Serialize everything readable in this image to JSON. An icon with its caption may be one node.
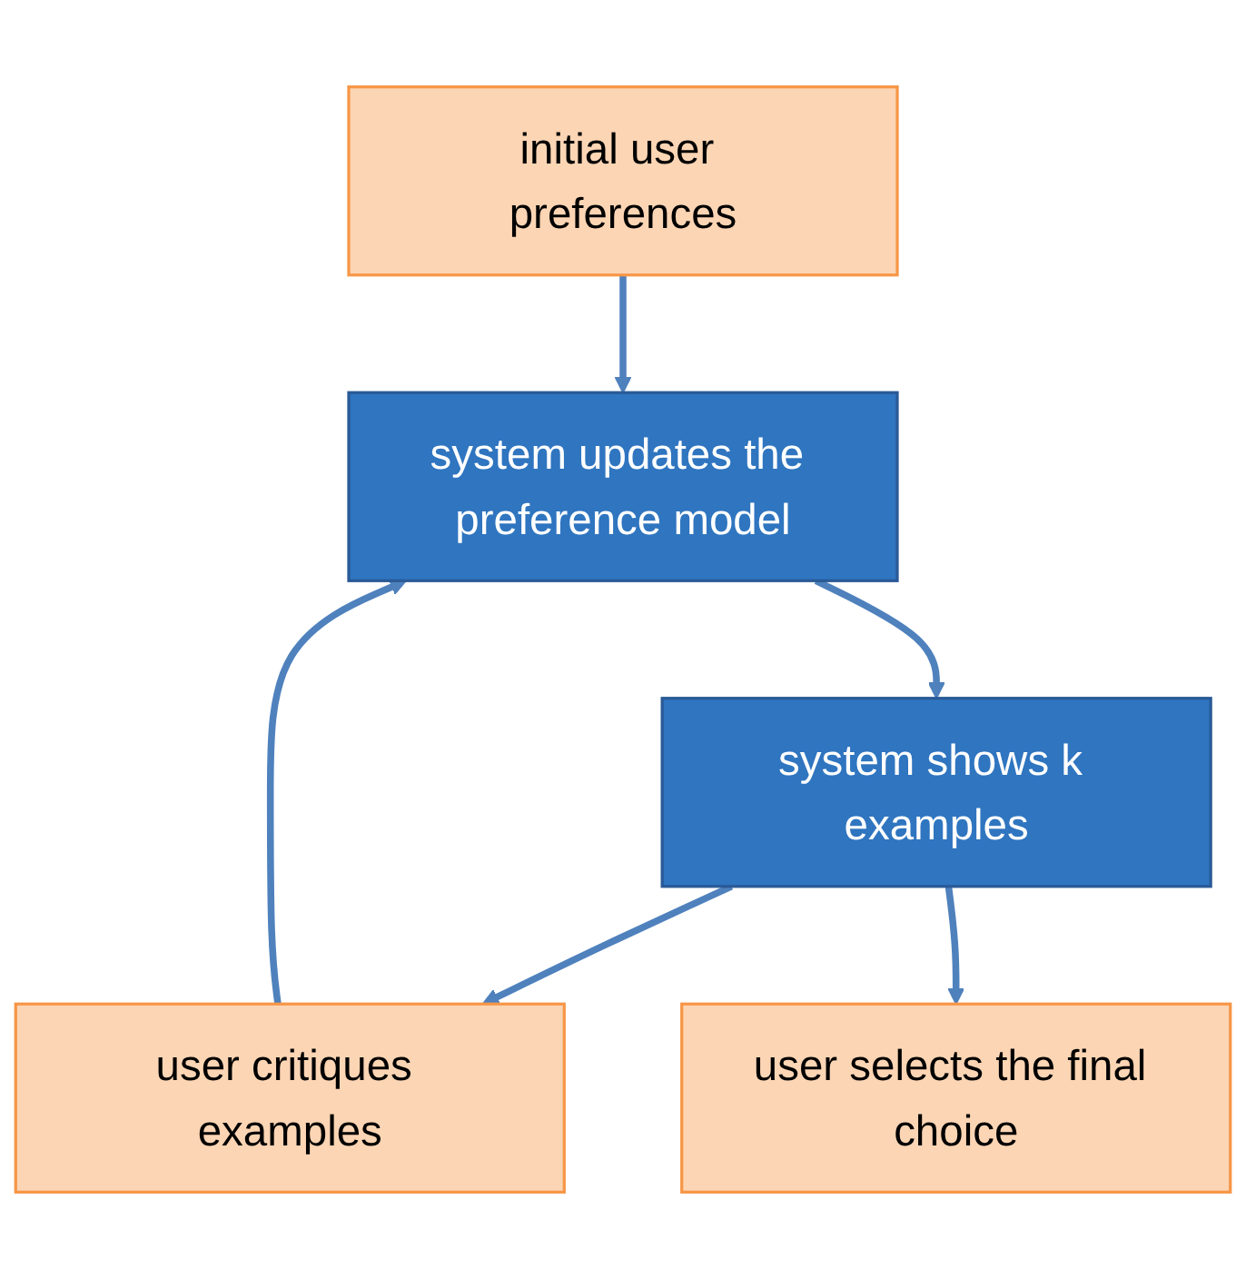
{
  "diagram": {
    "nodes": [
      {
        "text": [
          "initial user preferences"
        ]
      },
      {
        "text": [
          "system updates the preference model"
        ]
      },
      {
        "text": [
          "system shows k examples"
        ]
      },
      {
        "text": [
          "user critiques examples"
        ]
      },
      {
        "text": [
          "user selects the final choice"
        ]
      }
    ],
    "edges": [
      {
        "from": 0,
        "to": 1,
        "arrow": "to"
      },
      {
        "from": 1,
        "to": 2,
        "arrow": "to"
      },
      {
        "from": 2,
        "to": 3,
        "arrow": "to"
      },
      {
        "from": 3,
        "to": 1,
        "arrow": "to"
      },
      {
        "from": 2,
        "to": 4,
        "arrow": "to"
      }
    ]
  }
}
